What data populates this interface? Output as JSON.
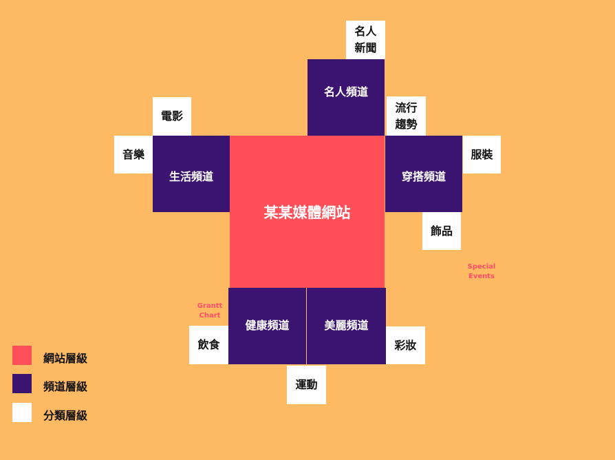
{
  "colors": {
    "background": "#FFBA63",
    "site": "#FF5059",
    "channel": "#3A1470",
    "category": "#FFFFFF",
    "note": "#FF4D6A"
  },
  "site": {
    "label": "某某媒體網站"
  },
  "channels": {
    "celebrity": "名人頻道",
    "life": "生活頻道",
    "style": "穿搭頻道",
    "health": "健康頻道",
    "beauty": "美麗頻道"
  },
  "categories": {
    "celeb_news": "名人新聞",
    "trends": "流行趨勢",
    "movies": "電影",
    "music": "音樂",
    "clothing": "服裝",
    "accessories": "飾品",
    "food": "飲食",
    "sports": "運動",
    "makeup": "彩妝"
  },
  "notes": {
    "special_events": "Special Events",
    "grantt_chart": "Grantt Chart"
  },
  "legend": [
    {
      "label": "網站層級"
    },
    {
      "label": "頻道層級"
    },
    {
      "label": "分類層級"
    }
  ]
}
